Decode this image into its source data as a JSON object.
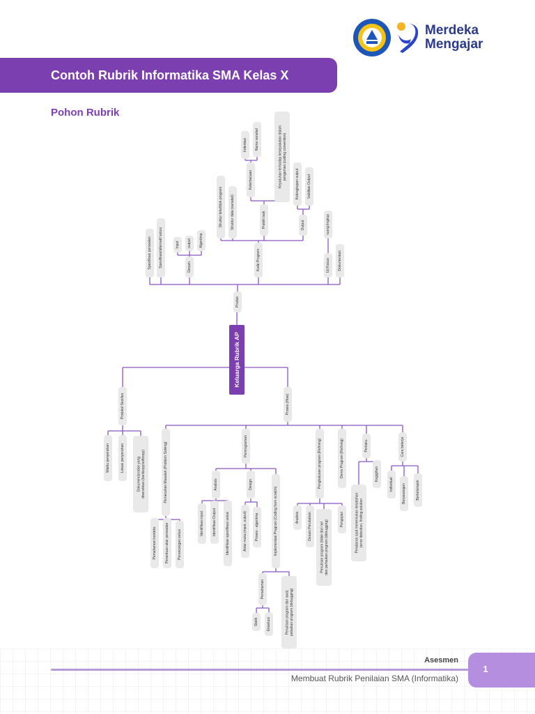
{
  "header": {
    "logo_text_line1": "Merdeka",
    "logo_text_line2": "Mengajar",
    "title": "Contoh Rubrik Informatika SMA Kelas X"
  },
  "section_title": "Pohon Rubrik",
  "tree": {
    "root": "Keluarga Rubrik AP",
    "produk": "Produk",
    "proses": "Proses (How)",
    "protokol": "Protokol Sesi/tes",
    "spesifikasi_persoalan": "Spesifikasi persoalan",
    "spesifikasi_alternatif": "Spesifikasi/alternatif solusi",
    "desain": "Desain",
    "input": "Input",
    "output": "output",
    "algoritma": "Algoritma",
    "kode_program": "Kode Program",
    "struktur_teks": "Struktur teks/blok program",
    "struktur_data": "Struktur data (variabel)",
    "praktik_baik": "Praktik baik",
    "keterbacaan": "Keterbacaan",
    "indentasi": "Indentasi",
    "nama_variabel": "Nama variabel",
    "kepatuhan": "Kepatuhan terhadap kesepakatan dalam pengaman (coding convention)",
    "output2": "Output",
    "kelengkapan_output": "Kelengkapan output",
    "validitas_output": "Validitas Output",
    "uji_kasus": "Uji Kasus",
    "ruang_lingkup": "ruang lingkup",
    "dokumentasi": "Dokumentasi",
    "waktu_penyerahan": "Waktu penyerahan",
    "lokasi_penyerahan": "Lokasi penyerahan",
    "dokumen_produk": "Dokumen/produk yang diserahkan (hardcopy/softcopy)",
    "pemecahan_masalah": "Pemecahan Masalah (Problem Solving)",
    "pemahaman_konteks": "Pemahaman konteks",
    "penentuan_akar": "Penentuan akar persoalan",
    "perancangan_solusi": "Perancangan solusi",
    "pemrograman": "Pemrograman",
    "analisis": "Analisis",
    "identifikasi_input": "Identifikasi input",
    "identifikasi_output": "Identifikasi Output",
    "identifikasi_spesifikasi": "Identifikasi spesifikasi solusi",
    "design": "Design",
    "antar_muka": "Antar muka (input, output)",
    "proses_algoritma": "Proses - algoritma",
    "implementasi": "Implementasi Program (Coding from scratch)",
    "pemahaman": "Pemahaman",
    "statik": "Statik",
    "eksekusi": "Eksekusi",
    "penulisan_program": "Penulisan program dari awal, pebaikan program (debugging)",
    "penghalusan": "Penghalusan program (Refining)",
    "analisis2": "Analisis",
    "desain_perubahan": "Desain Perubahan",
    "penulisan_tidak": "Penulisan program (tidak dari nol dan perbaikan program (debugging)",
    "pengujian": "Pengujian",
    "demo_program": "Demo Program (Refining)",
    "perilaku": "Perilaku",
    "penalaran": "Penalaran saat menemukan kesalahan (error detection, finding solution",
    "kegigihan": "Kegigihan",
    "cara_bekerja": "Cara bekerja",
    "individual": "Individual",
    "berpasangan": "Berpasangan",
    "berkelompok": "Berkelompok"
  },
  "footer": {
    "category": "Asesmen",
    "subtitle": "Membuat Rubrik Penilaian SMA (Informatika)",
    "page": "1"
  },
  "colors": {
    "purple": "#7b3fb0",
    "light_purple": "#b58ee0",
    "pill": "#e9e9e9",
    "connector": "#8a55c2"
  }
}
